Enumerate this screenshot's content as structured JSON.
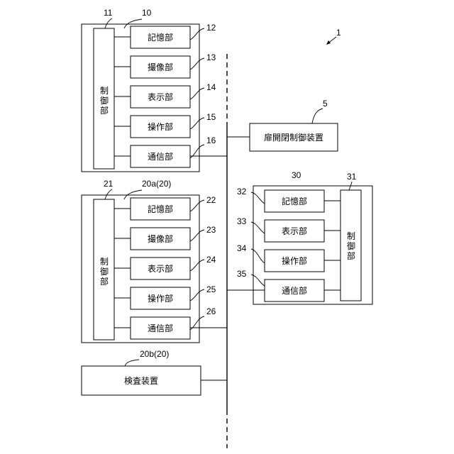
{
  "diagram": {
    "system_ref": "1",
    "device10": {
      "ref": "10",
      "control_ref": "11",
      "control_chars": [
        "制",
        "御",
        "部"
      ],
      "units": [
        {
          "label": "記憶部",
          "ref": "12"
        },
        {
          "label": "撮像部",
          "ref": "13"
        },
        {
          "label": "表示部",
          "ref": "14"
        },
        {
          "label": "操作部",
          "ref": "15"
        },
        {
          "label": "通信部",
          "ref": "16"
        }
      ]
    },
    "device20a": {
      "ref": "20a(20)",
      "control_ref": "21",
      "control_chars": [
        "制",
        "御",
        "部"
      ],
      "units": [
        {
          "label": "記憶部",
          "ref": "22"
        },
        {
          "label": "撮像部",
          "ref": "23"
        },
        {
          "label": "表示部",
          "ref": "24"
        },
        {
          "label": "操作部",
          "ref": "25"
        },
        {
          "label": "通信部",
          "ref": "26"
        }
      ]
    },
    "device20b": {
      "ref": "20b(20)",
      "label": "検査装置"
    },
    "door_controller": {
      "ref": "5",
      "label": "扉開閉制御装置"
    },
    "device30": {
      "ref": "30",
      "control_ref": "31",
      "control_chars": [
        "制",
        "御",
        "部"
      ],
      "units": [
        {
          "label": "記憶部",
          "ref": "32"
        },
        {
          "label": "表示部",
          "ref": "33"
        },
        {
          "label": "操作部",
          "ref": "34"
        },
        {
          "label": "通信部",
          "ref": "35"
        }
      ]
    }
  }
}
